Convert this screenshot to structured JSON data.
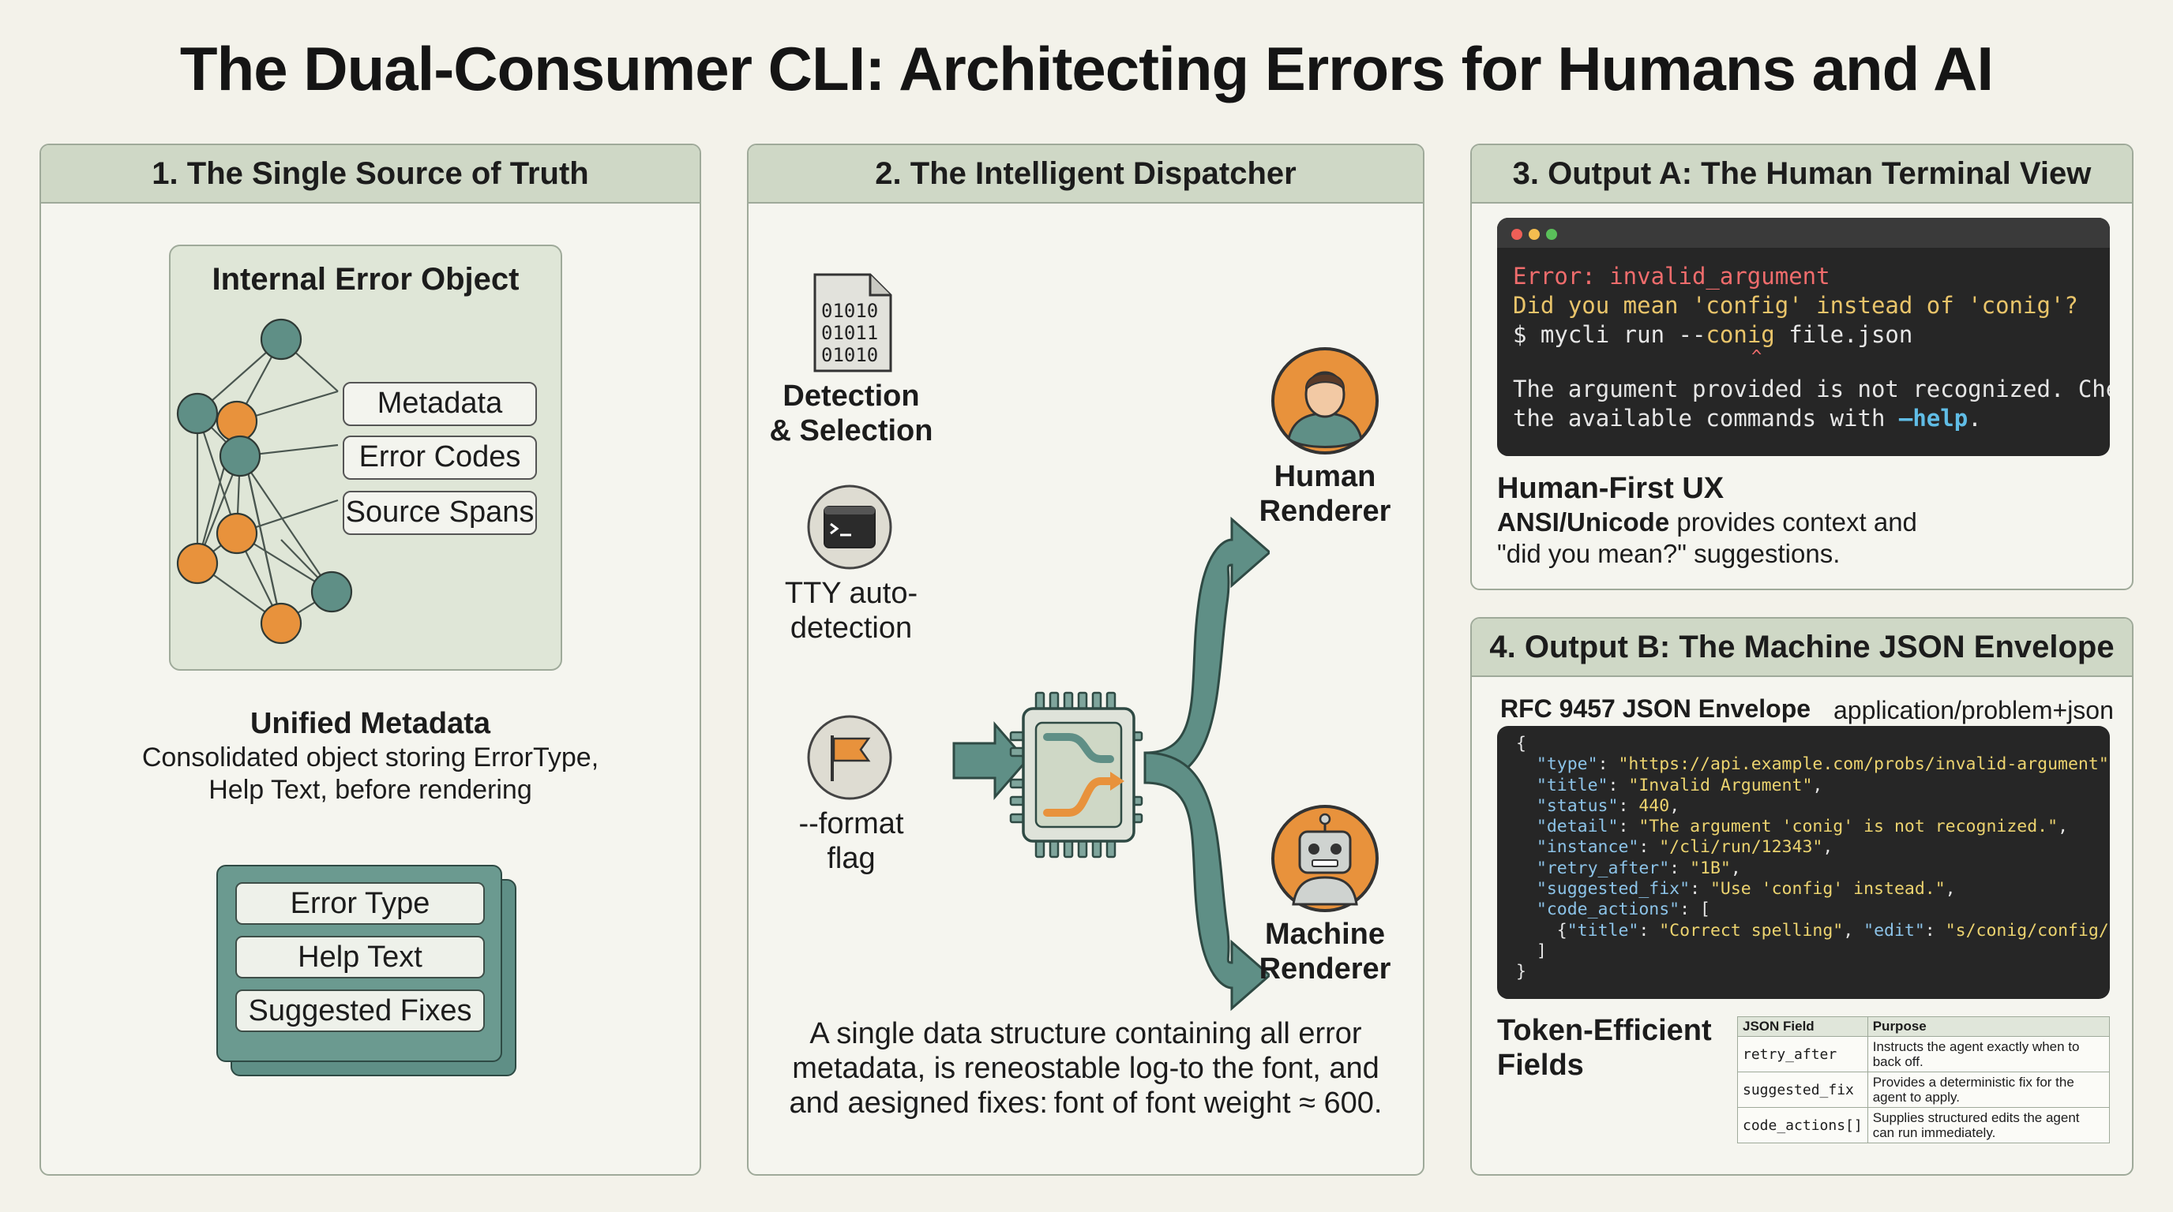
{
  "title": "The Dual-Consumer CLI: Architecting Errors for Humans and AI",
  "colors": {
    "background": "#f3f2ea",
    "header": "#cfd8c6",
    "teal": "#5f8f86",
    "orange": "#e8923c",
    "terminal": "#262626"
  },
  "panel1": {
    "header": "1. The Single Source of Truth",
    "box_title": "Internal Error Object",
    "pills": [
      "Metadata",
      "Error Codes",
      "Source Spans"
    ],
    "unified_title": "Unified Metadata",
    "unified_line1": "Consolidated object storing ErrorType,",
    "unified_line2": "Help Text, before rendering",
    "stack_items": [
      "Error Type",
      "Help Text",
      "Suggested Fixes"
    ]
  },
  "panel2": {
    "header": "2. The Intelligent Dispatcher",
    "binary": [
      "01010",
      "01011",
      "01010"
    ],
    "detection_line1": "Detection",
    "detection_line2": "& Selection",
    "tty_line1": "TTY auto-",
    "tty_line2": "detection",
    "format_line1": "--format",
    "format_line2": "flag",
    "human_line1": "Human",
    "human_line2": "Renderer",
    "machine_line1": "Machine",
    "machine_line2": "Renderer",
    "bottom_line1": "A single data structure containing all error",
    "bottom_line2": "metadata, is reneostable log-to the font, and",
    "bottom_line3": "and aesigned fixes: font of font weight ≈ 600."
  },
  "panel3": {
    "header": "3. Output A: The Human Terminal View",
    "term_error": "Error: invalid_argument",
    "term_hint": "Did you mean 'config' instead of 'conig'?",
    "term_prompt": "$ ",
    "term_cmd_a": "mycli run --",
    "term_cmd_b": "conig",
    "term_cmd_c": " file.json",
    "term_caret": "^",
    "term_msg1": "The argument provided is not recognized. Check",
    "term_msg2a": "the available commands with ",
    "term_msg2b": "—help",
    "term_msg2c": ".",
    "ux_title": "Human-First UX",
    "ux_bold": "ANSI/Unicode",
    "ux_line1_rest": " provides context and",
    "ux_line2": "\"did you mean?\" suggestions."
  },
  "panel4": {
    "header": "4. Output B: The Machine JSON Envelope",
    "rfc": "RFC 9457 JSON Envelope",
    "mime": "application/problem+json",
    "json": {
      "open": "{",
      "type_k": "\"type\"",
      "type_v": "\"https://api.example.com/probs/invalid-argument\"",
      "title_k": "\"title\"",
      "title_v": "\"Invalid Argument\"",
      "status_k": "\"status\"",
      "status_v": "440",
      "detail_k": "\"detail\"",
      "detail_v": "\"The argument 'conig' is not recognized.\"",
      "instance_k": "\"instance\"",
      "instance_v": "\"/cli/run/12343\"",
      "retry_k": "\"retry_after\"",
      "retry_v": "\"1B\"",
      "fix_k": "\"suggested_fix\"",
      "fix_v": "\"Use 'config' instead.\"",
      "actions_k": "\"code_actions\"",
      "action_title_k": "\"title\"",
      "action_title_v": "\"Correct spelling\"",
      "action_edit_k": "\"edit\"",
      "action_edit_v": "\"s/conig/config/\"",
      "close_arr": "]",
      "close": "}"
    },
    "token_line1": "Token-Efficient",
    "token_line2": "Fields",
    "table_headers": [
      "JSON Field",
      "Purpose"
    ],
    "rows": [
      {
        "field": "retry_after",
        "purpose": "Instructs the agent exactly when to back off."
      },
      {
        "field": "suggested_fix",
        "purpose": "Provides a deterministic fix for the agent to apply."
      },
      {
        "field": "code_actions[]",
        "purpose": "Supplies structured edits the agent can run immediately."
      }
    ]
  }
}
